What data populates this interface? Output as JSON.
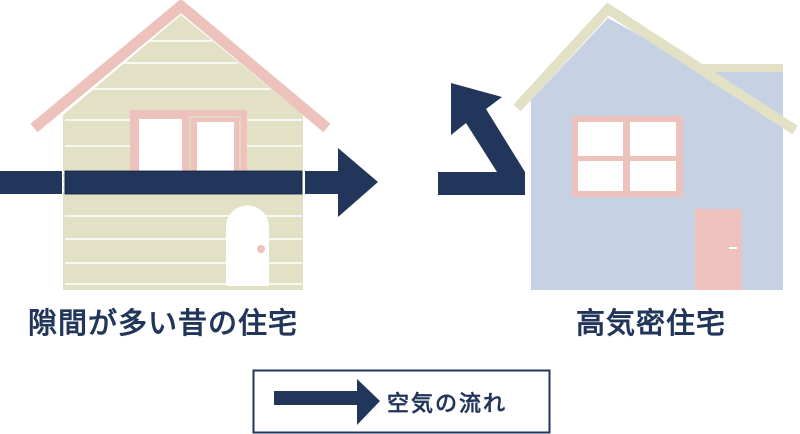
{
  "labels": {
    "old_house": "隙間が多い昔の住宅",
    "new_house": "高気密住宅"
  },
  "legend": {
    "text": "空気の流れ"
  },
  "colors": {
    "arrow": "#22365b",
    "old_wall": "#e2e0c5",
    "pink": "#edc2bc",
    "new_wall": "#c6d1e4",
    "new_roof": "#e2e0c5"
  }
}
